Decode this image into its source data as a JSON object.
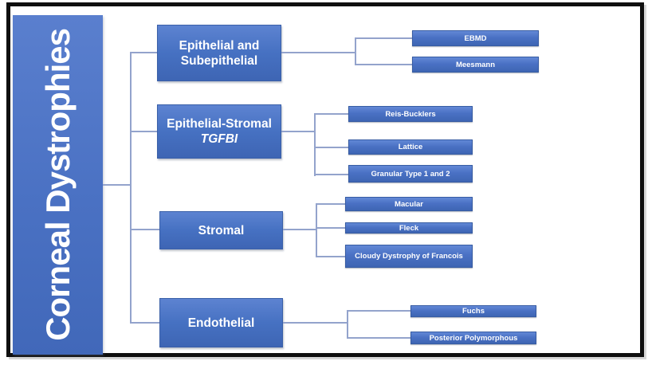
{
  "diagram": {
    "title": "Corneal Dystrophies",
    "categories": [
      {
        "id": "epithelial-and-subepithelial",
        "lines": [
          "Epithelial and",
          "Subepithelial"
        ],
        "children": [
          {
            "label": "EBMD"
          },
          {
            "label": "Meesmann"
          }
        ]
      },
      {
        "id": "epithelial-stromal-tgfbi",
        "lines": [
          "Epithelial-Stromal",
          "TGFBI"
        ],
        "children": [
          {
            "label": "Reis-Bucklers"
          },
          {
            "label": "Lattice"
          },
          {
            "label": "Granular Type 1 and 2"
          }
        ]
      },
      {
        "id": "stromal",
        "lines": [
          "Stromal"
        ],
        "children": [
          {
            "label": "Macular"
          },
          {
            "label": "Fleck"
          },
          {
            "label": "Cloudy Dystrophy of Francois"
          }
        ]
      },
      {
        "id": "endothelial",
        "lines": [
          "Endothelial"
        ],
        "children": [
          {
            "label": "Fuchs"
          },
          {
            "label": "Posterior Polymorphous"
          }
        ]
      }
    ],
    "colors": {
      "node_fill_top": "#5d83d1",
      "node_fill_bottom": "#3e65b4",
      "node_border": "#3a60a8",
      "connector": "#93a3cc",
      "frame": "#0f0f0f",
      "text": "#ffffff"
    }
  }
}
